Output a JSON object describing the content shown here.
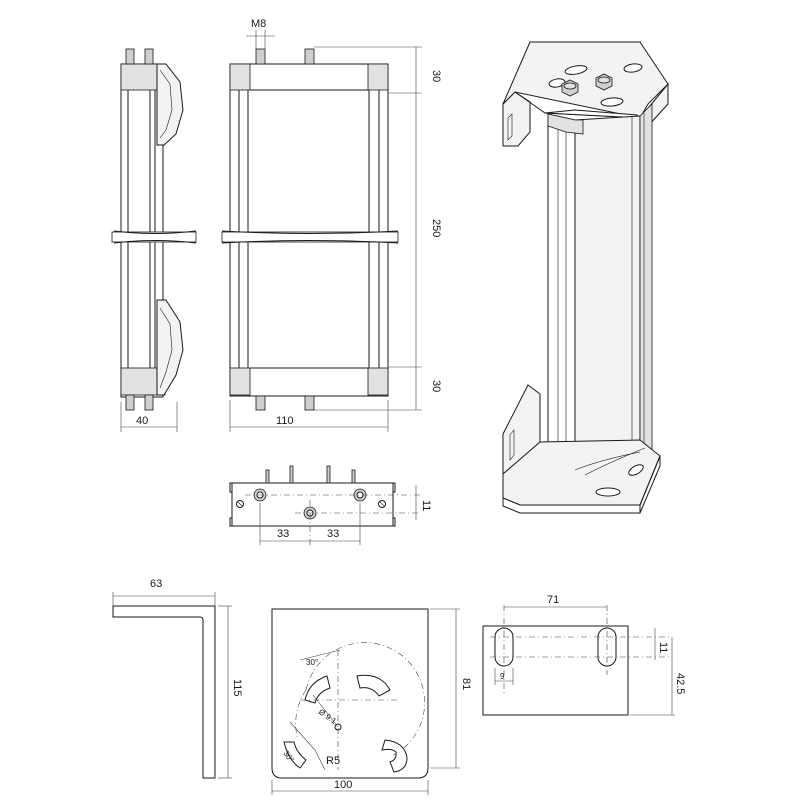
{
  "dimensions": {
    "thread": "M8",
    "top_cap": "30",
    "length": "250",
    "bottom_cap": "30",
    "side_width": "40",
    "front_width": "110",
    "end_hole_offset": "11",
    "end_spacing_left": "33",
    "end_spacing_right": "33",
    "bracket_flange": "63",
    "bracket_height": "115",
    "plate_height": "81",
    "plate_width": "100",
    "plate_hole_dia": "Ø 9.1",
    "plate_slot_radius": "R5",
    "plate_angle_top": "30°",
    "plate_angle_bottom": "30°",
    "slot_spacing": "71",
    "slot_offset": "11",
    "slot_height": "42.5",
    "slot_width": "9"
  }
}
